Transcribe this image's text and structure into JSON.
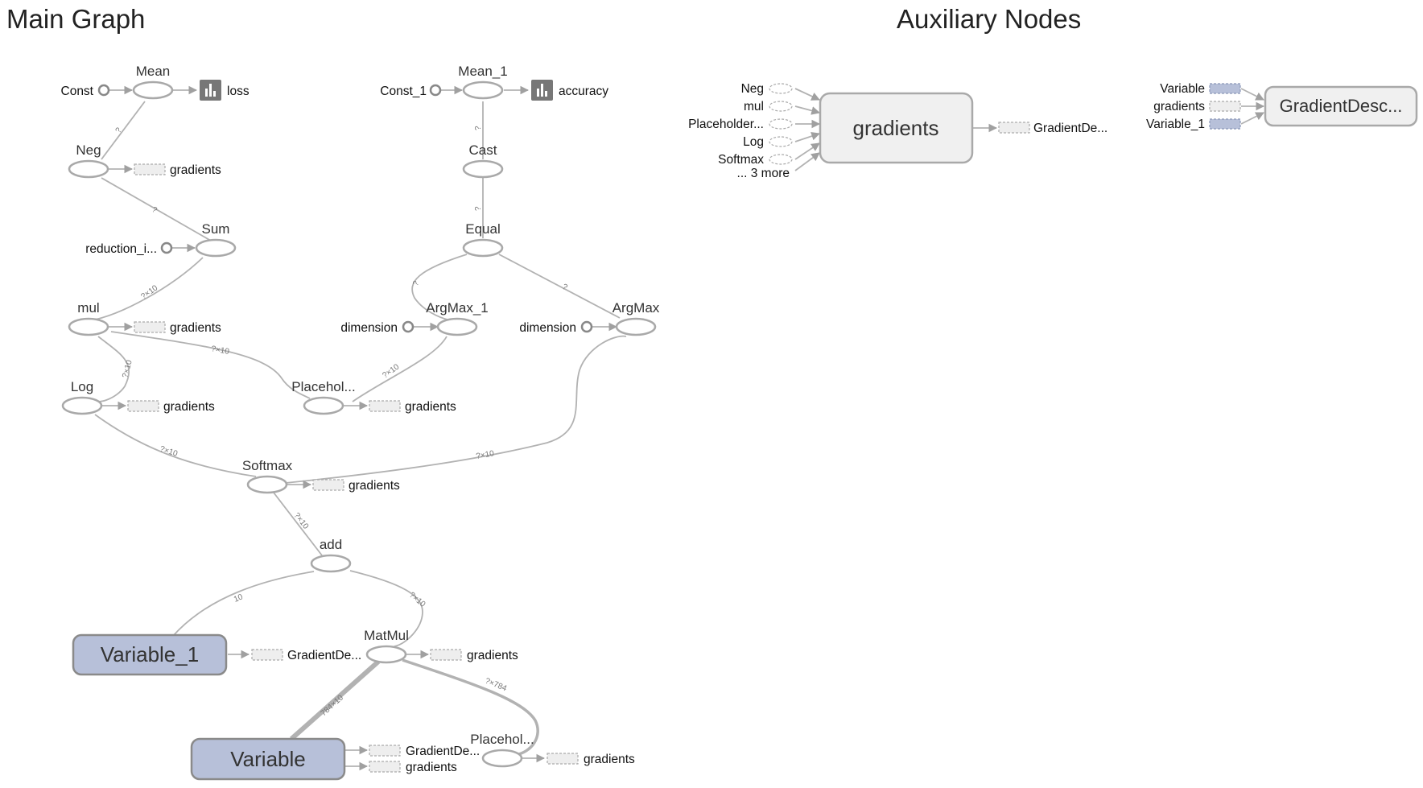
{
  "titles": {
    "main": "Main Graph",
    "aux": "Auxiliary Nodes"
  },
  "colors": {
    "variable_fill": "#b7c0d9",
    "edge": "#b2b2b2",
    "summary_icon": "#777777"
  },
  "main": {
    "nodes": {
      "mean": "Mean",
      "const": "Const",
      "loss": "loss",
      "mean1": "Mean_1",
      "const1": "Const_1",
      "accuracy": "accuracy",
      "neg": "Neg",
      "cast": "Cast",
      "sum": "Sum",
      "reduction": "reduction_i...",
      "equal": "Equal",
      "mul": "mul",
      "argmax1": "ArgMax_1",
      "argmax": "ArgMax",
      "dimension1": "dimension",
      "dimension2": "dimension",
      "log": "Log",
      "placeholder1": "Placehol...",
      "softmax": "Softmax",
      "add": "add",
      "matmul": "MatMul",
      "variable1": "Variable_1",
      "variable": "Variable",
      "placeholder2": "Placehol..."
    },
    "refs": {
      "neg_gradients": "gradients",
      "mul_gradients": "gradients",
      "log_gradients": "gradients",
      "placeholder1_gradients": "gradients",
      "softmax_gradients": "gradients",
      "variable1_gd": "GradientDe...",
      "matmul_gradients": "gradients",
      "variable_gd": "GradientDe...",
      "variable_gradients": "gradients",
      "placeholder2_gradients": "gradients"
    },
    "edge_labels": {
      "mean_neg": "?",
      "neg_sum": "?",
      "sum_mul": "?×10",
      "mul_log": "?×10",
      "mul_placeholder": "?×10",
      "placeholder_argmax1": "?×10",
      "equal_argmax1": "?",
      "equal_argmax": "?",
      "cast_mean1": "?",
      "equal_cast": "?",
      "log_softmax": "?×10",
      "softmax_argmax": "?×10",
      "softmax_add": "?×10",
      "add_variable1": "10",
      "add_matmul": "?×10",
      "matmul_variable": "784×10",
      "matmul_placeholder2": "?×784"
    }
  },
  "aux": {
    "gradients_node": "gradients",
    "gradients_inputs": [
      "Neg",
      "mul",
      "Placeholder...",
      "Log",
      "Softmax",
      "... 3 more"
    ],
    "gradients_output": "GradientDe...",
    "gd_node": "GradientDesc...",
    "gd_inputs": [
      "Variable",
      "gradients",
      "Variable_1"
    ]
  }
}
